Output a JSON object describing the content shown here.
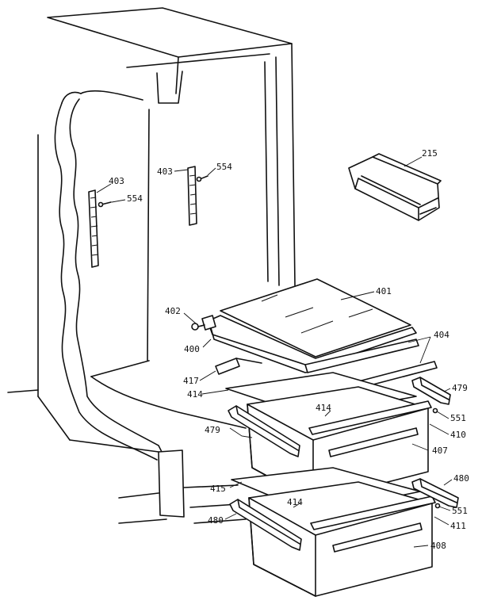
{
  "diagram": {
    "callouts": {
      "c403a": "403",
      "c554a": "554",
      "c403b": "403",
      "c554b": "554",
      "c215": "215",
      "c401": "401",
      "c402": "402",
      "c400": "400",
      "c404": "404",
      "c417": "417",
      "c414a": "414",
      "c479a": "479",
      "c414b": "414",
      "c551a": "551",
      "c410": "410",
      "c479b": "479",
      "c407": "407",
      "c480a": "480",
      "c415": "415",
      "c414c": "414",
      "c551b": "551",
      "c480b": "480",
      "c411": "411",
      "c408": "408"
    }
  }
}
